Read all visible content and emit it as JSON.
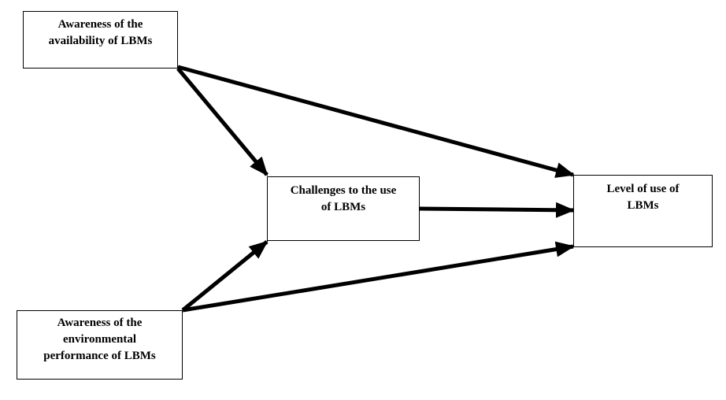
{
  "diagram": {
    "nodes": {
      "availability": {
        "lines": [
          "Awareness of the",
          "availability of LBMs"
        ]
      },
      "challenges": {
        "lines": [
          "Challenges to the use",
          "of LBMs"
        ]
      },
      "level": {
        "lines": [
          "Level of use of",
          "LBMs"
        ]
      },
      "environment": {
        "lines": [
          "Awareness of the",
          "environmental",
          "performance of LBMs"
        ]
      }
    },
    "edges": [
      {
        "from": "availability",
        "to": "challenges"
      },
      {
        "from": "availability",
        "to": "level"
      },
      {
        "from": "challenges",
        "to": "level"
      },
      {
        "from": "environment",
        "to": "challenges"
      },
      {
        "from": "environment",
        "to": "level"
      }
    ]
  }
}
